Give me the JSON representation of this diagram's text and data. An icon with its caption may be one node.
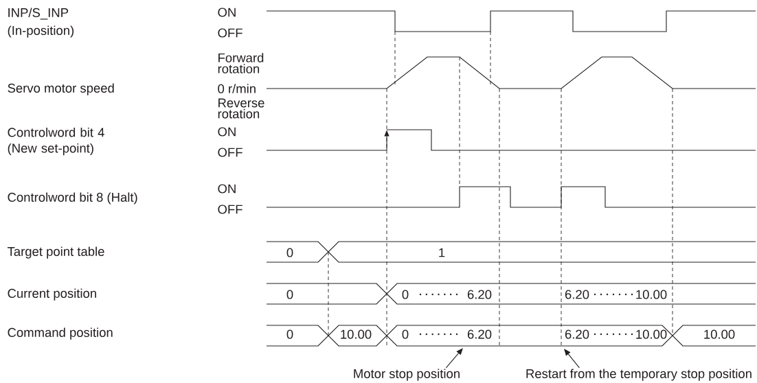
{
  "diagram": {
    "nodes": [
      {
        "text": [
          "Motor stop position"
        ]
      },
      {
        "text": [
          "Restart from the temporary stop position"
        ]
      }
    ],
    "edges": [
      {
        "from": 0,
        "to": null,
        "arrow": "to"
      },
      {
        "from": 1,
        "to": null,
        "arrow": "to"
      }
    ],
    "labels": [
      "INP/S_INP (In-position)",
      "ON",
      "OFF",
      "Forward rotation",
      "Servo motor speed",
      "0 r/min",
      "Reverse rotation",
      "Controlword bit 4 (New set-point)",
      "ON",
      "OFF",
      "ON",
      "Controlword bit 8 (Halt)",
      "OFF",
      "Target point table",
      "0",
      "1",
      "Current position",
      "0",
      "0",
      "6.20",
      "6.20",
      "10.00",
      "Command position",
      "0",
      "10.00",
      "0",
      "6.20",
      "6.20",
      "10.00",
      "10.00"
    ]
  }
}
